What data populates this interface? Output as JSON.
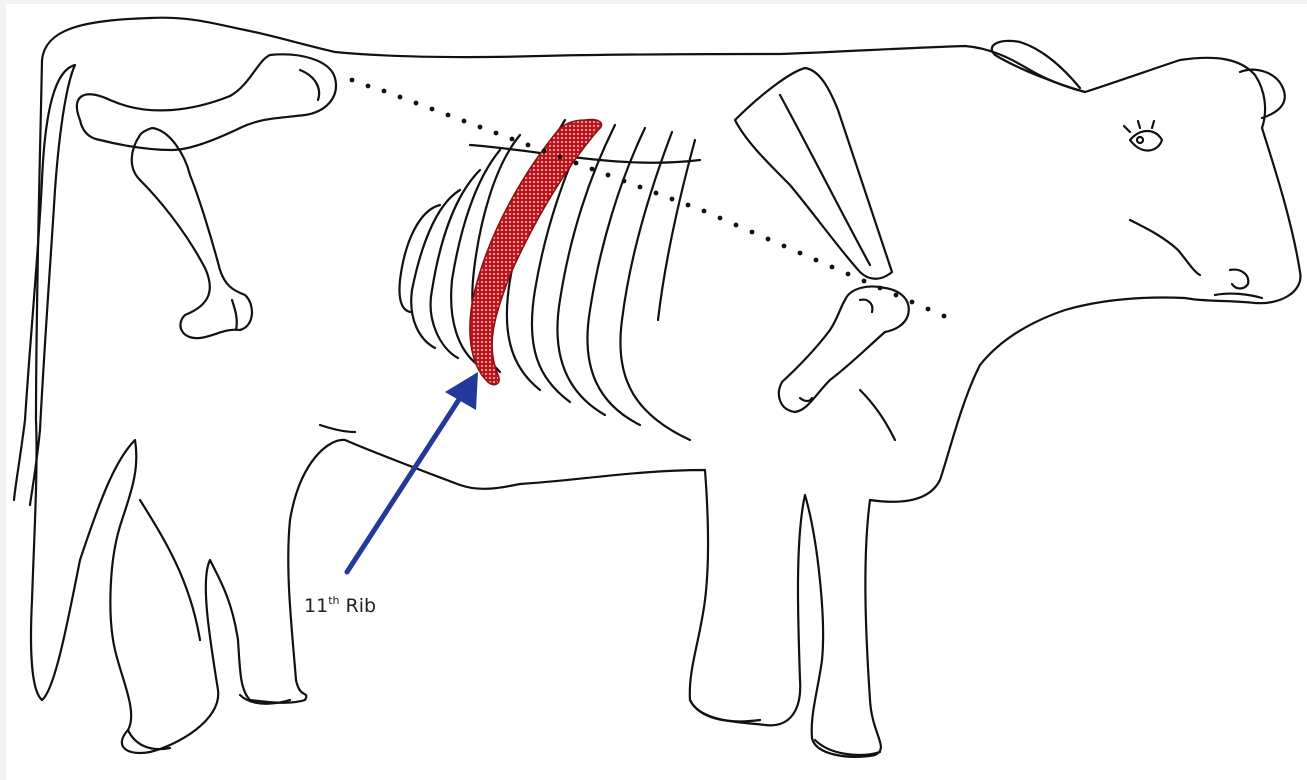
{
  "annotation": {
    "number": "11",
    "suffix": "th",
    "word": "Rib"
  },
  "colors": {
    "outline": "#111111",
    "highlighted_rib": "#c0141a",
    "arrow": "#23399a",
    "background": "#ffffff"
  }
}
